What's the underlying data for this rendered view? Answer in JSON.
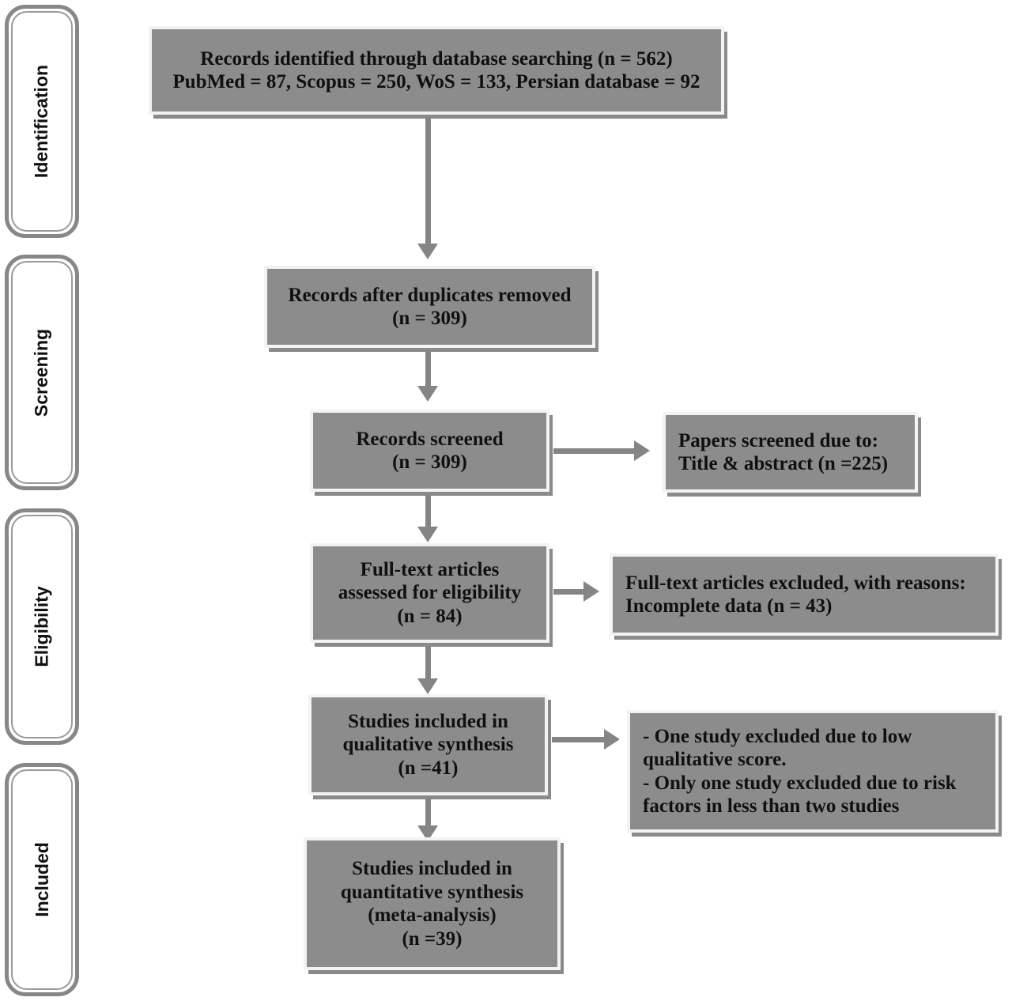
{
  "diagram": {
    "title": "PRISMA study selection flow diagram",
    "colors": {
      "box_fill": "#8c8c8c",
      "box_border": "#f3f3f3",
      "box_shadow": "#8a8a8a",
      "arrow": "#858585",
      "pill_border": "#878787",
      "text": "#101010",
      "background": "#ffffff"
    },
    "stages": [
      {
        "id": "identification",
        "label": "Identification"
      },
      {
        "id": "screening",
        "label": "Screening"
      },
      {
        "id": "eligibility",
        "label": "Eligibility"
      },
      {
        "id": "included",
        "label": "Included"
      }
    ],
    "boxes": {
      "records_identified": {
        "line1": "Records identified through database searching (n = 562)",
        "line2": "PubMed = 87, Scopus = 250, WoS = 133, Persian database = 92"
      },
      "records_after_duplicates": {
        "line1": "Records after duplicates removed",
        "line2": "(n = 309)"
      },
      "records_screened": {
        "line1": "Records screened",
        "line2": "(n = 309)"
      },
      "papers_screened_excluded": {
        "line1": "Papers screened due to:",
        "line2": "Title & abstract (n =225)"
      },
      "fulltext_assessed": {
        "line1": "Full-text articles",
        "line2": "assessed for eligibility",
        "line3": "(n = 84)"
      },
      "fulltext_excluded": {
        "line1": "Full-text articles excluded, with reasons:",
        "line2": "Incomplete data (n = 43)"
      },
      "qualitative_synthesis": {
        "line1": "Studies included in",
        "line2": "qualitative synthesis",
        "line3": "(n =41)"
      },
      "qualitative_excluded": {
        "line1": "- One study excluded due to low",
        "line2": "qualitative score.",
        "line3": "- Only one study excluded due to risk",
        "line4": "factors in less than two studies"
      },
      "quantitative_synthesis": {
        "line1": "Studies included in",
        "line2": "quantitative synthesis",
        "line3": "(meta-analysis)",
        "line4": "(n =39)"
      }
    },
    "counts": {
      "records_identified_total": 562,
      "pubmed": 87,
      "scopus": 250,
      "wos": 133,
      "persian_database": 92,
      "after_duplicates": 309,
      "records_screened": 309,
      "excluded_title_abstract": 225,
      "fulltext_assessed": 84,
      "fulltext_excluded_incomplete_data": 43,
      "qualitative_synthesis": 41,
      "quantitative_synthesis": 39
    }
  }
}
